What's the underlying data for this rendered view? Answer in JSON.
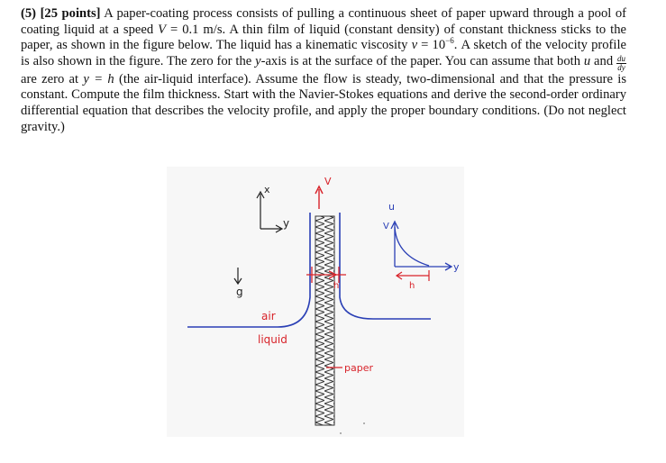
{
  "problem": {
    "number": "(5)",
    "points": "[25 points]",
    "s1": "A paper-coating process consists of pulling a continuous sheet of paper upward through a pool of coating liquid at a speed",
    "speed_sym": "V",
    "speed_val": " = 0.1 m/s.",
    "s2": " A thin film of liquid (constant density) of constant thickness sticks to the paper, as shown in the figure below. The liquid has a kinematic viscosity",
    "nu_sym": "ν",
    "nu_eq": " = 10",
    "nu_exp": "−6",
    "s3": ". A sketch of the velocity profile is also shown in the figure. The zero for the",
    "y_sym": "y",
    "s4": "-axis is at the surface of the paper. You can assume that both",
    "u_sym": "u",
    "s5": "and",
    "du": "du",
    "dy": "dy",
    "s6": "are zero at",
    "y_eq_h": "y = h",
    "s7": "(the air-liquid interface). Assume the flow is steady, two-dimensional and that the pressure is constant. Compute the film thickness. Start with the Navier-Stokes equations and derive the second-order ordinary differential equation that describes the velocity profile, and apply the proper boundary conditions. (Do not neglect gravity.)"
  },
  "figure": {
    "labels": {
      "x_axis": "x",
      "y_axis": "y",
      "gravity": "g",
      "speed": "V",
      "air": "air",
      "liquid": "liquid",
      "paper": "paper",
      "h_film": "h",
      "u_axis": "u",
      "v_label": "V",
      "h_profile": "h",
      "y_profile": "y"
    },
    "colors": {
      "ink": "#222222",
      "blue": "#2a3fb5",
      "red": "#d8232a"
    }
  }
}
